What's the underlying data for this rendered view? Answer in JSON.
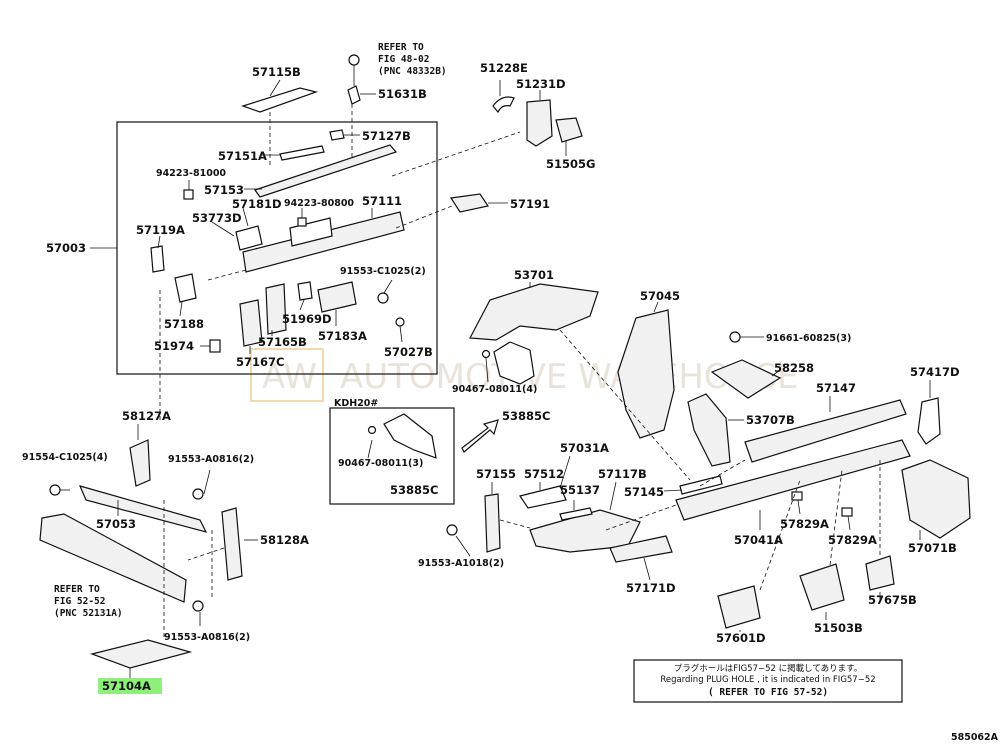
{
  "diagram_id": "585062A",
  "watermark": {
    "badge": "AW",
    "text": "AUTOMOTIVE WAREHOUSE"
  },
  "inset_label": "KDH20#",
  "note": {
    "jp": "プラグホールはFIG57−52 に掲載してあります。",
    "en": "Regarding PLUG HOLE , it is indicated in FIG57−52",
    "ref": "( REFER TO FIG 57-52)"
  },
  "refers": {
    "top": [
      "REFER TO",
      "FIG 48-02",
      "(PNC 48332B)"
    ],
    "left": [
      "REFER TO",
      "FIG 52-52",
      "(PNC 52131A)"
    ]
  },
  "highlight_color": "#8ef07a",
  "parts": {
    "p57115B": "57115B",
    "p51631B": "51631B",
    "p51228E": "51228E",
    "p51231D": "51231D",
    "p51505G": "51505G",
    "p57127B": "57127B",
    "p57151A": "57151A",
    "p94223_81000": "94223-81000",
    "p57153": "57153",
    "p57181D": "57181D",
    "p94223_80800": "94223-80800",
    "p57111": "57111",
    "p57191": "57191",
    "p53773D": "53773D",
    "p57003": "57003",
    "p57119A": "57119A",
    "p91553_C1025": "91553-C1025(2)",
    "p57188": "57188",
    "p51969D": "51969D",
    "p57183A": "57183A",
    "p51974": "51974",
    "p57165B": "57165B",
    "p57027B": "57027B",
    "p57167C": "57167C",
    "p53701": "53701",
    "p57045": "57045",
    "p91661_60825": "91661-60825(3)",
    "p58258": "58258",
    "p57147": "57147",
    "p57417D": "57417D",
    "p90467_08011_4": "90467-08011(4)",
    "p53885C_a": "53885C",
    "p57707B": "53707B",
    "p90467_08011_3": "90467-08011(3)",
    "p53885C_b": "53885C",
    "p57031A": "57031A",
    "p57155": "57155",
    "p57512": "57512",
    "p57117B": "57117B",
    "p55137": "55137",
    "p57145": "57145",
    "p58127A": "58127A",
    "p91554_C1025": "91554-C1025(4)",
    "p91553_A0816_a": "91553-A0816(2)",
    "p57053": "57053",
    "p58128A": "58128A",
    "p57041A": "57041A",
    "p57829A_a": "57829A",
    "p57829A_b": "57829A",
    "p57071B": "57071B",
    "p91553_A1018": "91553-A1018(2)",
    "p57171D": "57171D",
    "p91553_A0816_b": "91553-A0816(2)",
    "p57675B": "57675B",
    "p51503B": "51503B",
    "p57601D": "57601D",
    "p57104A": "57104A"
  }
}
